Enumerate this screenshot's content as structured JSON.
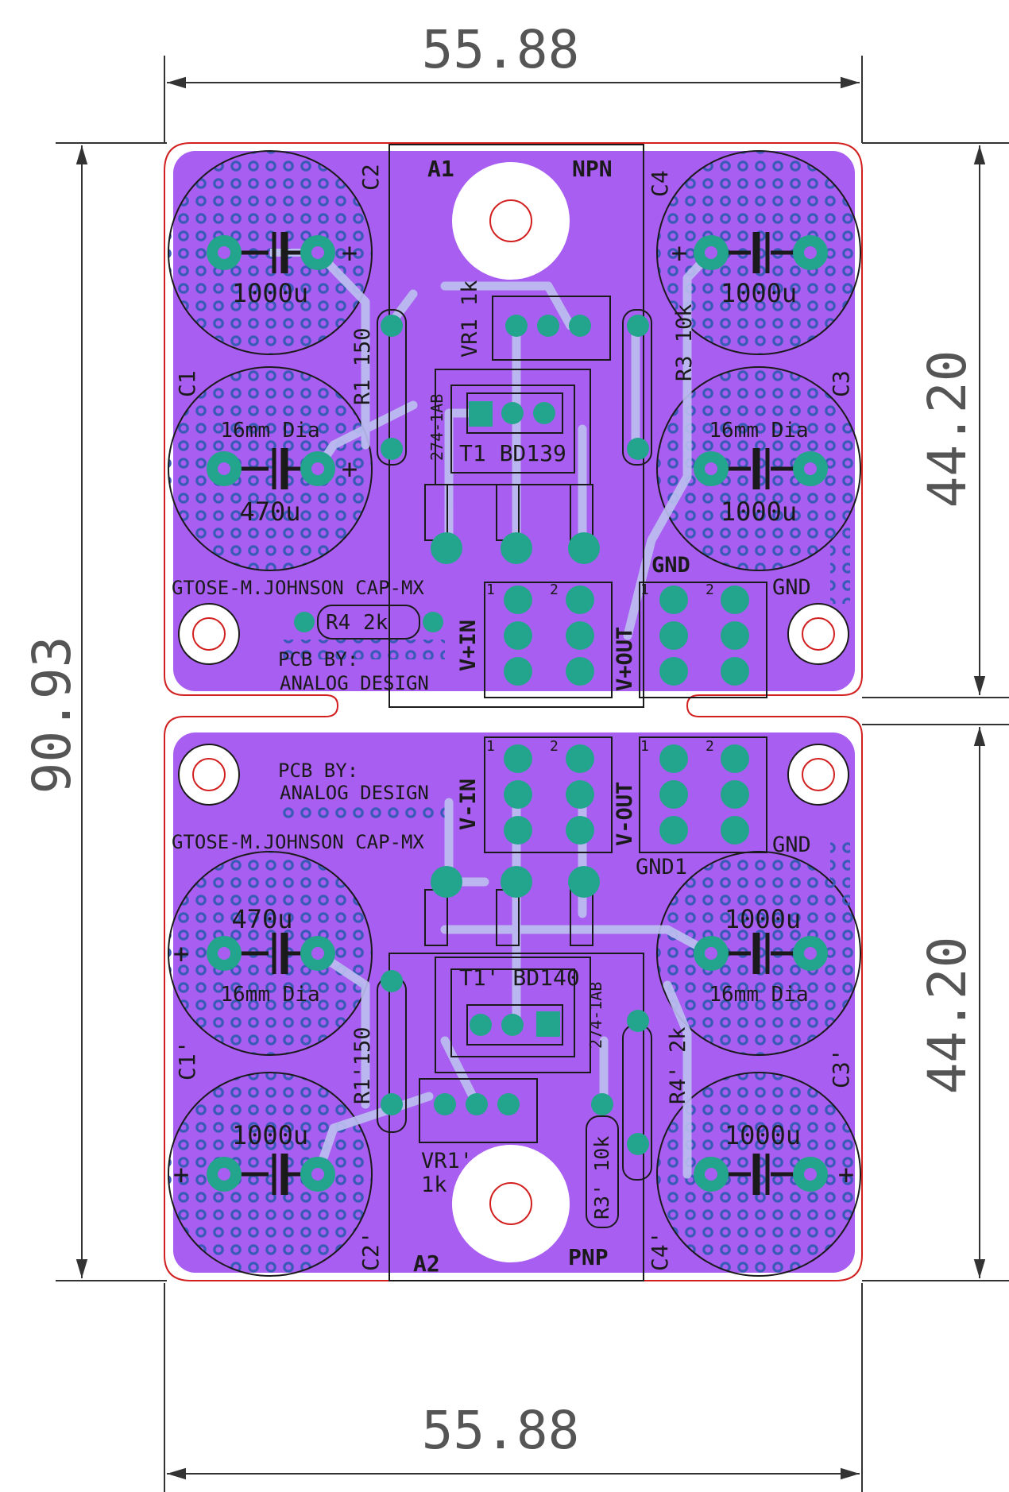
{
  "dimensions": {
    "width_top": "55.88",
    "width_bottom": "55.88",
    "height_total": "90.93",
    "height_upper": "44.20",
    "height_lower": "44.20"
  },
  "top_board": {
    "a_label": "A1",
    "type_label": "NPN",
    "c1": "C1",
    "c2": "C2",
    "c3": "C3",
    "c4": "C4",
    "cap_tl_value": "1000u",
    "cap_bl_dia": "16mm Dia",
    "cap_bl_value": "470u",
    "cap_tr_value": "1000u",
    "cap_br_dia": "16mm Dia",
    "cap_br_value": "1000u",
    "r1": "R1 150",
    "vr1": "VR1 1k",
    "r3": "R3 10k",
    "heatsink": "274-1AB",
    "transistor": "T1 BD139",
    "r4": "R4  2k",
    "title": "GTOSE-M.JOHNSON CAP-MX",
    "credit1": "PCB BY:",
    "credit2": "ANALOG DESIGN",
    "vin": "V+IN",
    "vout": "V+OUT",
    "gnd_label": "GND",
    "gnd_label2": "GND",
    "pin1": "1",
    "pin2": "2",
    "pin1b": "1",
    "pin2b": "2",
    "plus": "+"
  },
  "bottom_board": {
    "a_label": "A2",
    "type_label": "PNP",
    "c1": "C1'",
    "c2": "C2'",
    "c3": "C3'",
    "c4": "C4'",
    "cap_tl_value": "470u",
    "cap_tl_dia": "16mm Dia",
    "cap_bl_value": "1000u",
    "cap_tr_value": "1000u",
    "cap_tr_dia": "16mm Dia",
    "cap_br_value": "1000u",
    "r1": "R1'150",
    "vr1a": "VR1'",
    "vr1b": "1k",
    "r3": "R3' 10k",
    "r4": "R4' 2k",
    "heatsink": "274-1AB",
    "transistor": "T1' BD140",
    "title": "GTOSE-M.JOHNSON CAP-MX",
    "credit1": "PCB BY:",
    "credit2": "ANALOG DESIGN",
    "vin": "V-IN",
    "vout": "V-OUT",
    "gnd_label": "GND",
    "gnd1_label": "GND1",
    "pin1": "1",
    "pin2": "2",
    "pin1b": "1",
    "pin2b": "2",
    "plus": "+"
  },
  "colors": {
    "board": "#a85ef0",
    "board_edge": "#d21f1f",
    "pad": "#23a48c",
    "via": "#3a5ab8",
    "trace": "#bcc0f0",
    "silk": "#1a1a1a",
    "dim": "#555555"
  }
}
